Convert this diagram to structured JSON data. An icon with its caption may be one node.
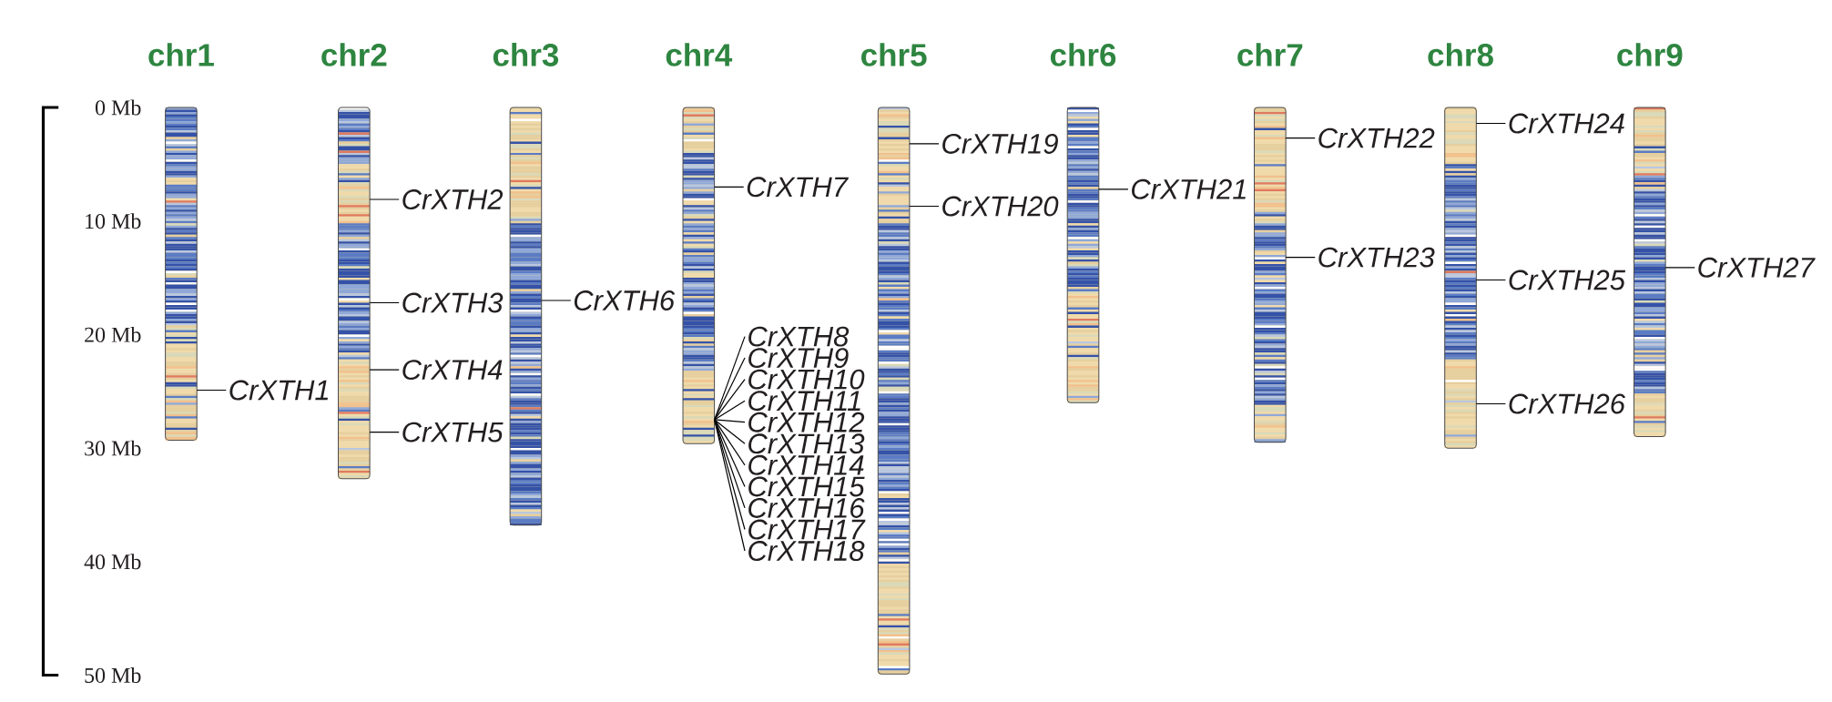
{
  "diagram": {
    "nodes": [
      {
        "text": [
          "chr1"
        ]
      },
      {
        "text": [
          "chr2"
        ]
      },
      {
        "text": [
          "chr3"
        ]
      },
      {
        "text": [
          "chr4"
        ]
      },
      {
        "text": [
          "chr5"
        ]
      },
      {
        "text": [
          "chr6"
        ]
      },
      {
        "text": [
          "chr7"
        ]
      },
      {
        "text": [
          "chr8"
        ]
      },
      {
        "text": [
          "chr9"
        ]
      },
      {
        "text": [
          "CrXTH1"
        ]
      },
      {
        "text": [
          "CrXTH2"
        ]
      },
      {
        "text": [
          "CrXTH3"
        ]
      },
      {
        "text": [
          "CrXTH4"
        ]
      },
      {
        "text": [
          "CrXTH5"
        ]
      },
      {
        "text": [
          "CrXTH6"
        ]
      },
      {
        "text": [
          "CrXTH7"
        ]
      },
      {
        "text": [
          "CrXTH8"
        ]
      },
      {
        "text": [
          "CrXTH9"
        ]
      },
      {
        "text": [
          "CrXTH10"
        ]
      },
      {
        "text": [
          "CrXTH11"
        ]
      },
      {
        "text": [
          "CrXTH12"
        ]
      },
      {
        "text": [
          "CrXTH13"
        ]
      },
      {
        "text": [
          "CrXTH14"
        ]
      },
      {
        "text": [
          "CrXTH15"
        ]
      },
      {
        "text": [
          "CrXTH16"
        ]
      },
      {
        "text": [
          "CrXTH17"
        ]
      },
      {
        "text": [
          "CrXTH18"
        ]
      },
      {
        "text": [
          "CrXTH19"
        ]
      },
      {
        "text": [
          "CrXTH20"
        ]
      },
      {
        "text": [
          "CrXTH21"
        ]
      },
      {
        "text": [
          "CrXTH22"
        ]
      },
      {
        "text": [
          "CrXTH23"
        ]
      },
      {
        "text": [
          "CrXTH24"
        ]
      },
      {
        "text": [
          "CrXTH25"
        ]
      },
      {
        "text": [
          "CrXTH26"
        ]
      },
      {
        "text": [
          "CrXTH27"
        ]
      }
    ],
    "edges": [
      {
        "from": 0,
        "to": 9,
        "arrow": "none"
      },
      {
        "from": 1,
        "to": 10,
        "arrow": "none"
      },
      {
        "from": 1,
        "to": 11,
        "arrow": "none"
      },
      {
        "from": 1,
        "to": 12,
        "arrow": "none"
      },
      {
        "from": 1,
        "to": 13,
        "arrow": "none"
      },
      {
        "from": 2,
        "to": 14,
        "arrow": "none"
      },
      {
        "from": 3,
        "to": 15,
        "arrow": "none"
      },
      {
        "from": 3,
        "to": 16,
        "arrow": "none"
      },
      {
        "from": 3,
        "to": 17,
        "arrow": "none"
      },
      {
        "from": 3,
        "to": 18,
        "arrow": "none"
      },
      {
        "from": 3,
        "to": 19,
        "arrow": "none"
      },
      {
        "from": 3,
        "to": 20,
        "arrow": "none"
      },
      {
        "from": 3,
        "to": 21,
        "arrow": "none"
      },
      {
        "from": 3,
        "to": 22,
        "arrow": "none"
      },
      {
        "from": 3,
        "to": 23,
        "arrow": "none"
      },
      {
        "from": 3,
        "to": 24,
        "arrow": "none"
      },
      {
        "from": 3,
        "to": 25,
        "arrow": "none"
      },
      {
        "from": 3,
        "to": 26,
        "arrow": "none"
      },
      {
        "from": 4,
        "to": 27,
        "arrow": "none"
      },
      {
        "from": 4,
        "to": 28,
        "arrow": "none"
      },
      {
        "from": 5,
        "to": 29,
        "arrow": "none"
      },
      {
        "from": 6,
        "to": 30,
        "arrow": "none"
      },
      {
        "from": 6,
        "to": 31,
        "arrow": "none"
      },
      {
        "from": 7,
        "to": 32,
        "arrow": "none"
      },
      {
        "from": 7,
        "to": 33,
        "arrow": "none"
      },
      {
        "from": 7,
        "to": 34,
        "arrow": "none"
      },
      {
        "from": 8,
        "to": 35,
        "arrow": "none"
      }
    ],
    "labels": [
      "0 Mb",
      "10 Mb",
      "20 Mb",
      "30 Mb",
      "40 Mb",
      "50 Mb"
    ]
  }
}
